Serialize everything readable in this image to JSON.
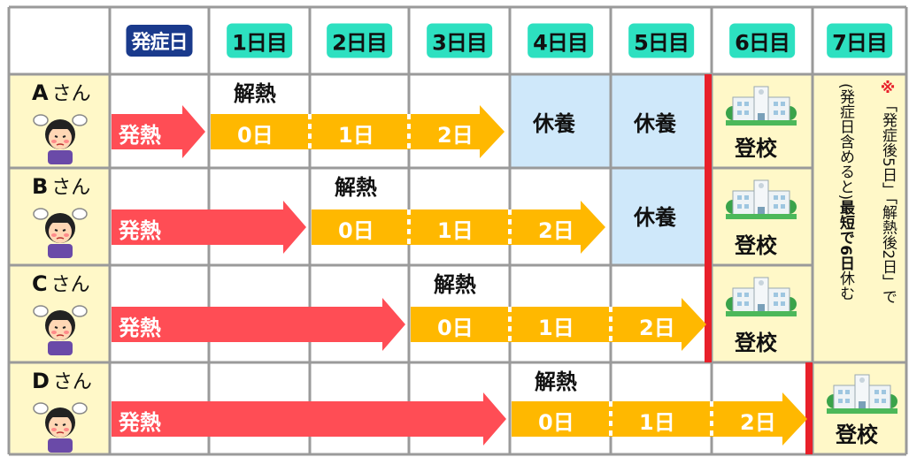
{
  "header": {
    "onset": "発症日",
    "days": [
      "1日目",
      "2日目",
      "3日目",
      "4日目",
      "5日目",
      "6日目",
      "7日目"
    ]
  },
  "rows": [
    {
      "name": "A",
      "san": "さん",
      "fever": "発熱",
      "fever_end": "解熱",
      "days": [
        "0日",
        "1日",
        "2日"
      ],
      "rest": [
        "休養",
        "休養"
      ],
      "school": "登校"
    },
    {
      "name": "B",
      "san": "さん",
      "fever": "発熱",
      "fever_end": "解熱",
      "days": [
        "0日",
        "1日",
        "2日"
      ],
      "rest": [
        "休養"
      ],
      "school": "登校"
    },
    {
      "name": "C",
      "san": "さん",
      "fever": "発熱",
      "fever_end": "解熱",
      "days": [
        "0日",
        "1日",
        "2日"
      ],
      "rest": [],
      "school": "登校"
    },
    {
      "name": "D",
      "san": "さん",
      "fever": "発熱",
      "fever_end": "解熱",
      "days": [
        "0日",
        "1日",
        "2日"
      ],
      "rest": [],
      "school": "登校"
    }
  ],
  "note": {
    "mark": "※",
    "line1": "「発症後5日」「解熱後2日」で",
    "line2_a": "(発症日含めると)",
    "line2_b": "最短で6日",
    "line2_c": "休む"
  },
  "colors": {
    "grid": "#9a9a9a",
    "name_bg": "#fff8c8",
    "rest_bg": "#cfe8fa",
    "school_bg": "#fff8c8",
    "fever_arrow": "#ff4d55",
    "recovery_arrow": "#ffb800",
    "red_line": "#e8202a",
    "onset_badge": "#1a3a8c",
    "day_badge": "#2de0c0"
  }
}
